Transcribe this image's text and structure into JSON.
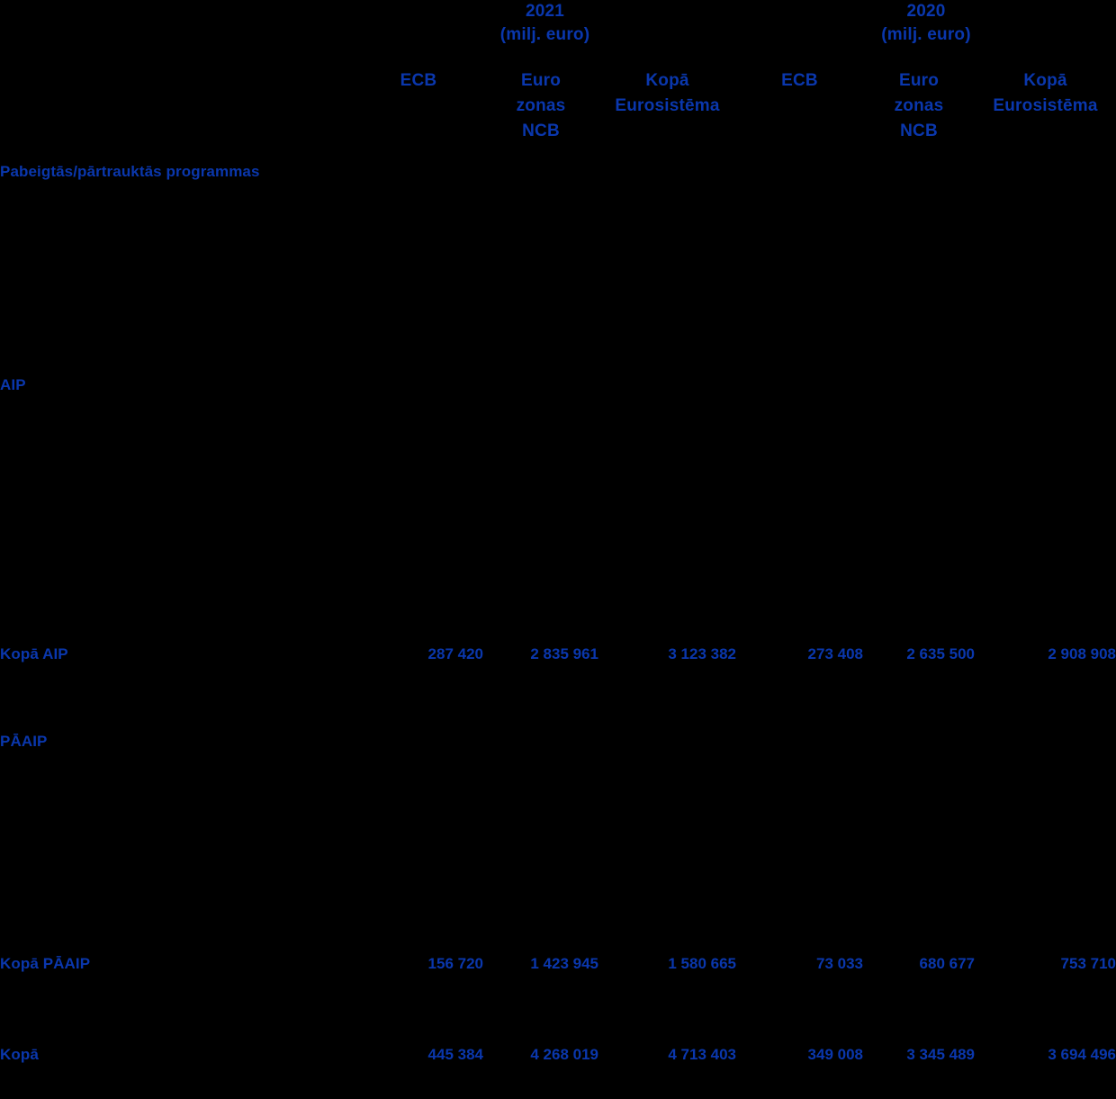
{
  "table": {
    "header": {
      "corner_label": "",
      "groups": [
        {
          "year": "2021",
          "unit": "(milj. euro)"
        },
        {
          "year": "2020",
          "unit": "(milj. euro)"
        }
      ],
      "subcolumns": [
        {
          "lines": [
            "ECB"
          ]
        },
        {
          "lines": [
            "Euro",
            "zonas",
            "NCB"
          ]
        },
        {
          "lines": [
            "Kopā",
            "Eurosistēma"
          ]
        },
        {
          "lines": [
            "ECB"
          ]
        },
        {
          "lines": [
            "Euro",
            "zonas",
            "NCB"
          ]
        },
        {
          "lines": [
            "Kopā",
            "Eurosistēma"
          ]
        }
      ]
    },
    "rows": [
      {
        "label": "Pabeigtās/pārtrauktās programmas",
        "values": [
          "",
          "",
          "",
          "",
          "",
          ""
        ]
      },
      {
        "label": "AIP",
        "values": [
          "",
          "",
          "",
          "",
          "",
          ""
        ]
      },
      {
        "label": "Kopā AIP",
        "values": [
          "287 420",
          "2 835 961",
          "3 123 382",
          "273 408",
          "2 635 500",
          "2 908 908"
        ]
      },
      {
        "label": "PĀAIP",
        "values": [
          "",
          "",
          "",
          "",
          "",
          ""
        ]
      },
      {
        "label": "Kopā PĀAIP",
        "values": [
          "156 720",
          "1 423 945",
          "1 580 665",
          "73 033",
          "680 677",
          "753 710"
        ]
      },
      {
        "label": "Kopā",
        "values": [
          "445 384",
          "4 268 019",
          "4 713 403",
          "349 008",
          "3 345 489",
          "3 694 496"
        ]
      }
    ]
  },
  "colors": {
    "background": "#000000",
    "text": "#0a37ad",
    "border": "#1a46c8"
  },
  "chart_data": {
    "type": "table",
    "title": "",
    "categories": [
      "Pabeigtās/pārtrauktās programmas",
      "AIP",
      "Kopā AIP",
      "PĀAIP",
      "Kopā PĀAIP",
      "Kopā"
    ],
    "column_headers": [
      "2021 (milj. euro) ECB",
      "2021 (milj. euro) Euro zonas NCB",
      "2021 (milj. euro) Kopā Eurosistēma",
      "2020 (milj. euro) ECB",
      "2020 (milj. euro) Euro zonas NCB",
      "2020 (milj. euro) Kopā Eurosistēma"
    ],
    "series": [
      {
        "name": "2021 ECB",
        "values": [
          null,
          null,
          287420,
          null,
          156720,
          445384
        ]
      },
      {
        "name": "2021 Euro zonas NCB",
        "values": [
          null,
          null,
          2835961,
          null,
          1423945,
          4268019
        ]
      },
      {
        "name": "2021 Kopā Eurosistēma",
        "values": [
          null,
          null,
          3123382,
          null,
          1580665,
          4713403
        ]
      },
      {
        "name": "2020 ECB",
        "values": [
          null,
          null,
          273408,
          null,
          73033,
          349008
        ]
      },
      {
        "name": "2020 Euro zonas NCB",
        "values": [
          null,
          null,
          2635500,
          null,
          680677,
          3345489
        ]
      },
      {
        "name": "2020 Kopā Eurosistēma",
        "values": [
          null,
          null,
          2908908,
          null,
          753710,
          3694496
        ]
      }
    ],
    "units": "milj. euro",
    "grid": true,
    "legend": "none"
  }
}
